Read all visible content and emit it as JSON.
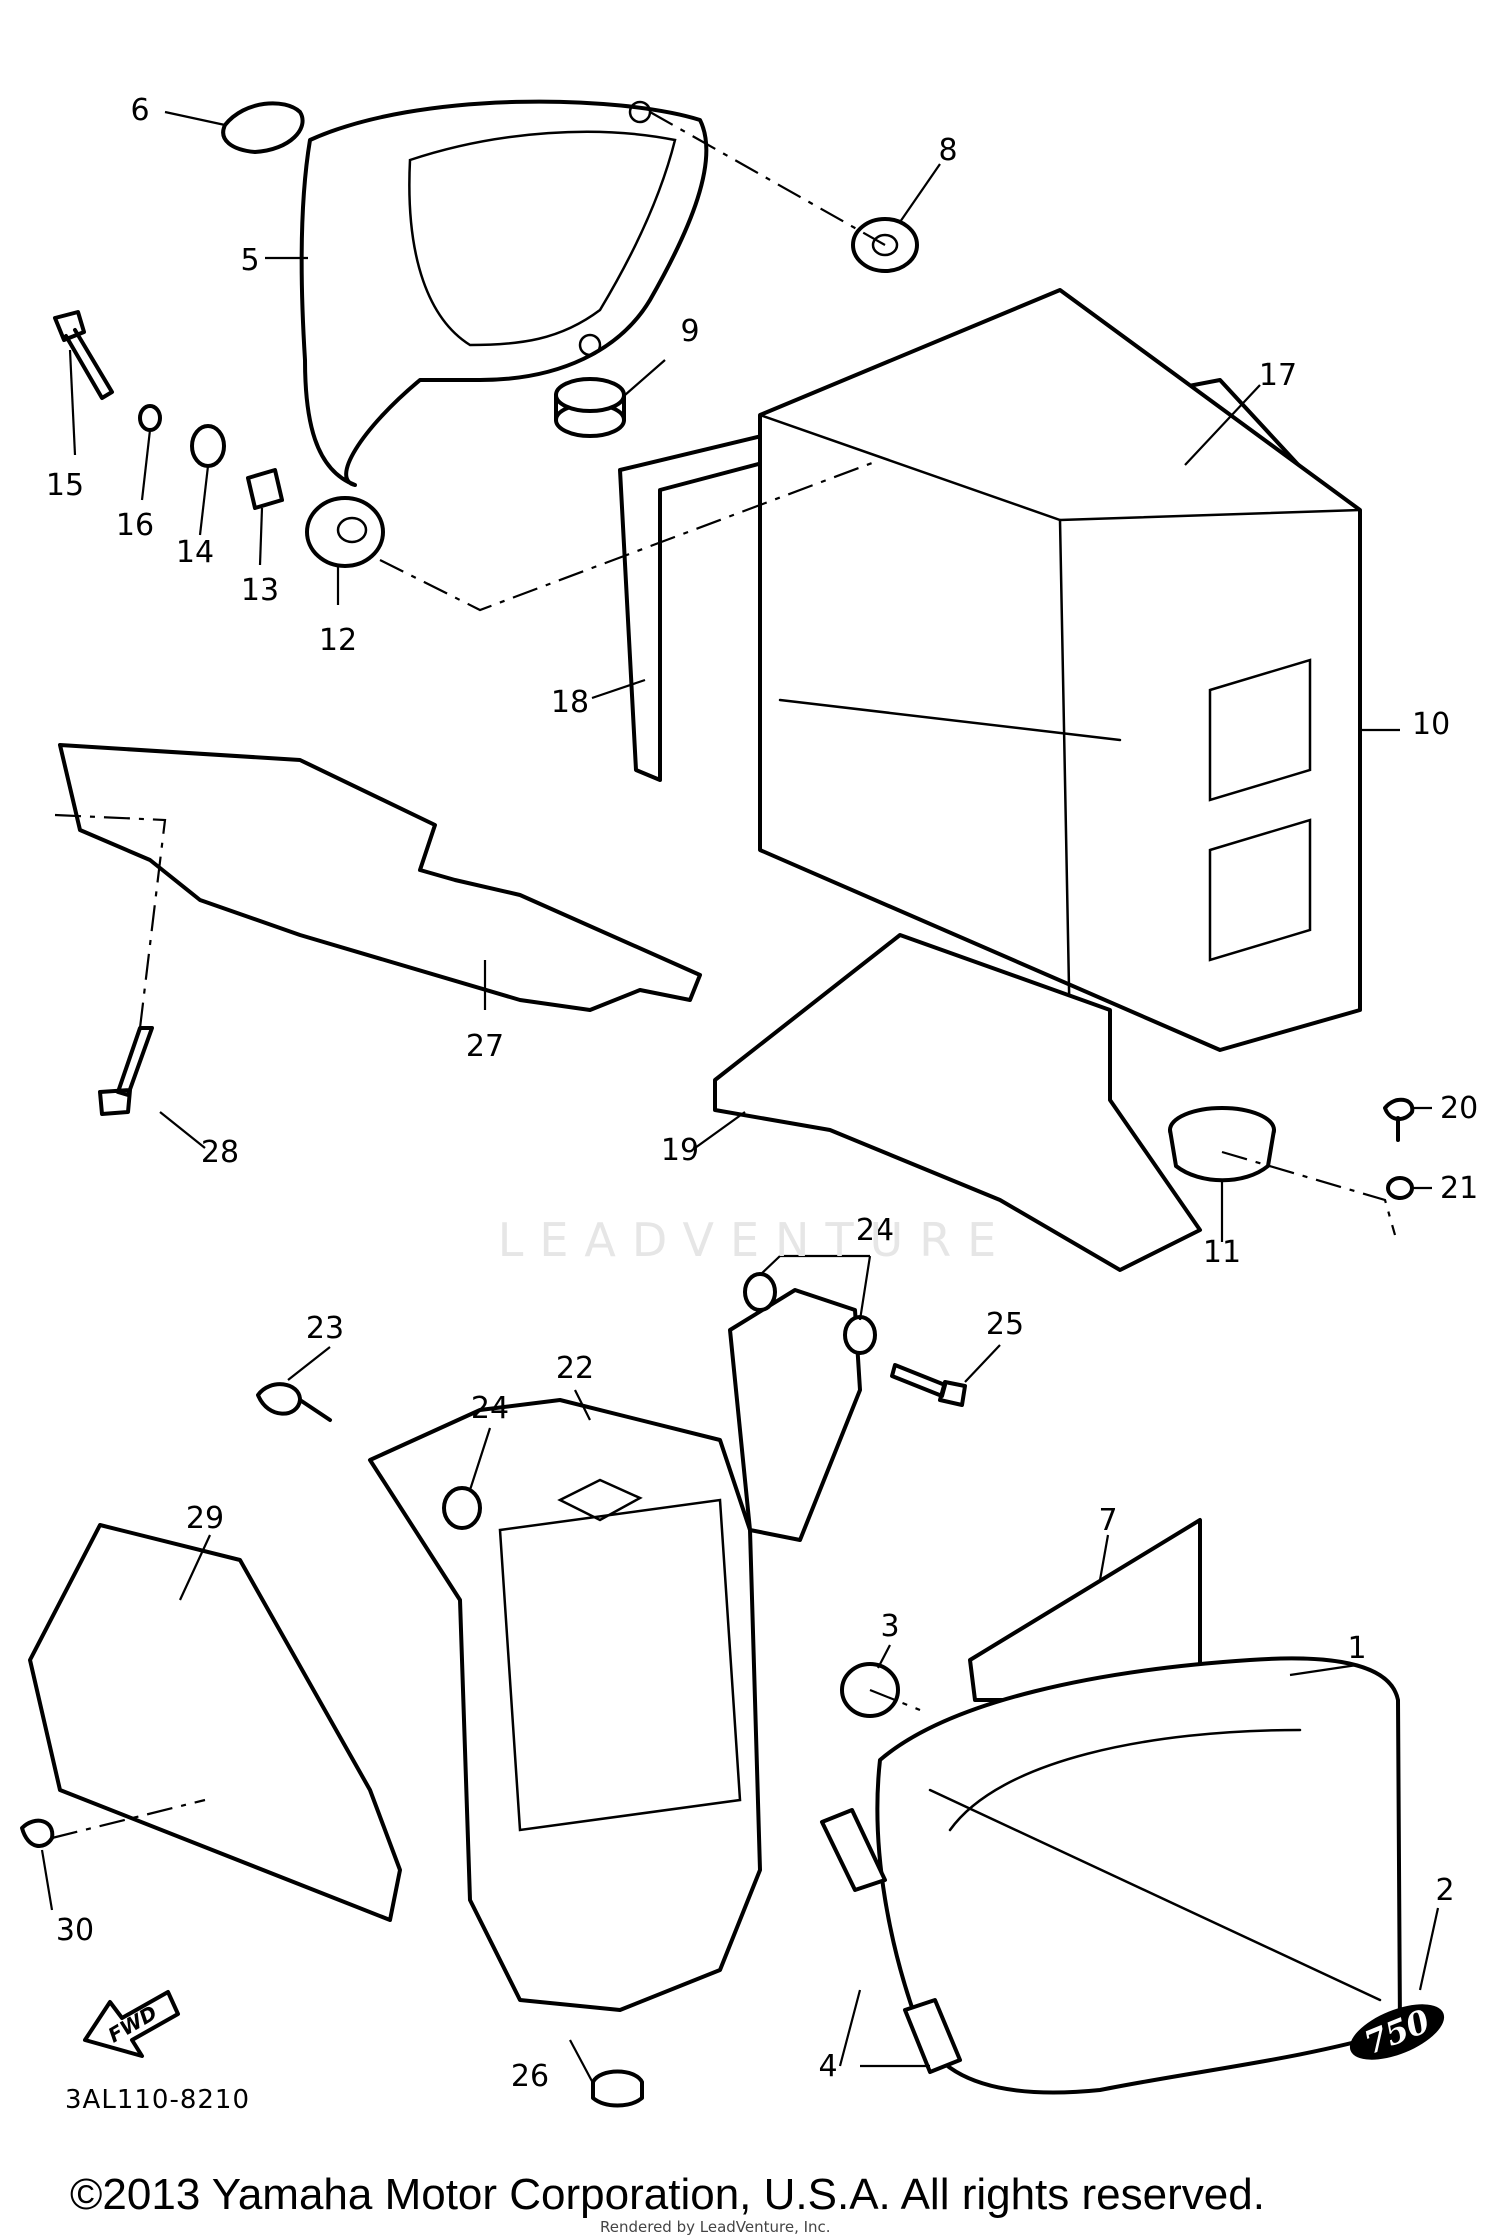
{
  "callouts": [
    "1",
    "2",
    "3",
    "4",
    "5",
    "6",
    "7",
    "8",
    "9",
    "10",
    "11",
    "12",
    "13",
    "14",
    "15",
    "16",
    "17",
    "18",
    "19",
    "20",
    "21",
    "22",
    "23",
    "24",
    "24",
    "25",
    "26",
    "27",
    "28",
    "29",
    "30"
  ],
  "watermark": "LEADVENTURE",
  "decal_text": "750",
  "fwd_label": "FWD",
  "diagram_code": "3AL110-8210",
  "copyright": "©2013 Yamaha Motor Corporation, U.S.A. All rights reserved.",
  "rendered_by": "Rendered by LeadVenture, Inc."
}
